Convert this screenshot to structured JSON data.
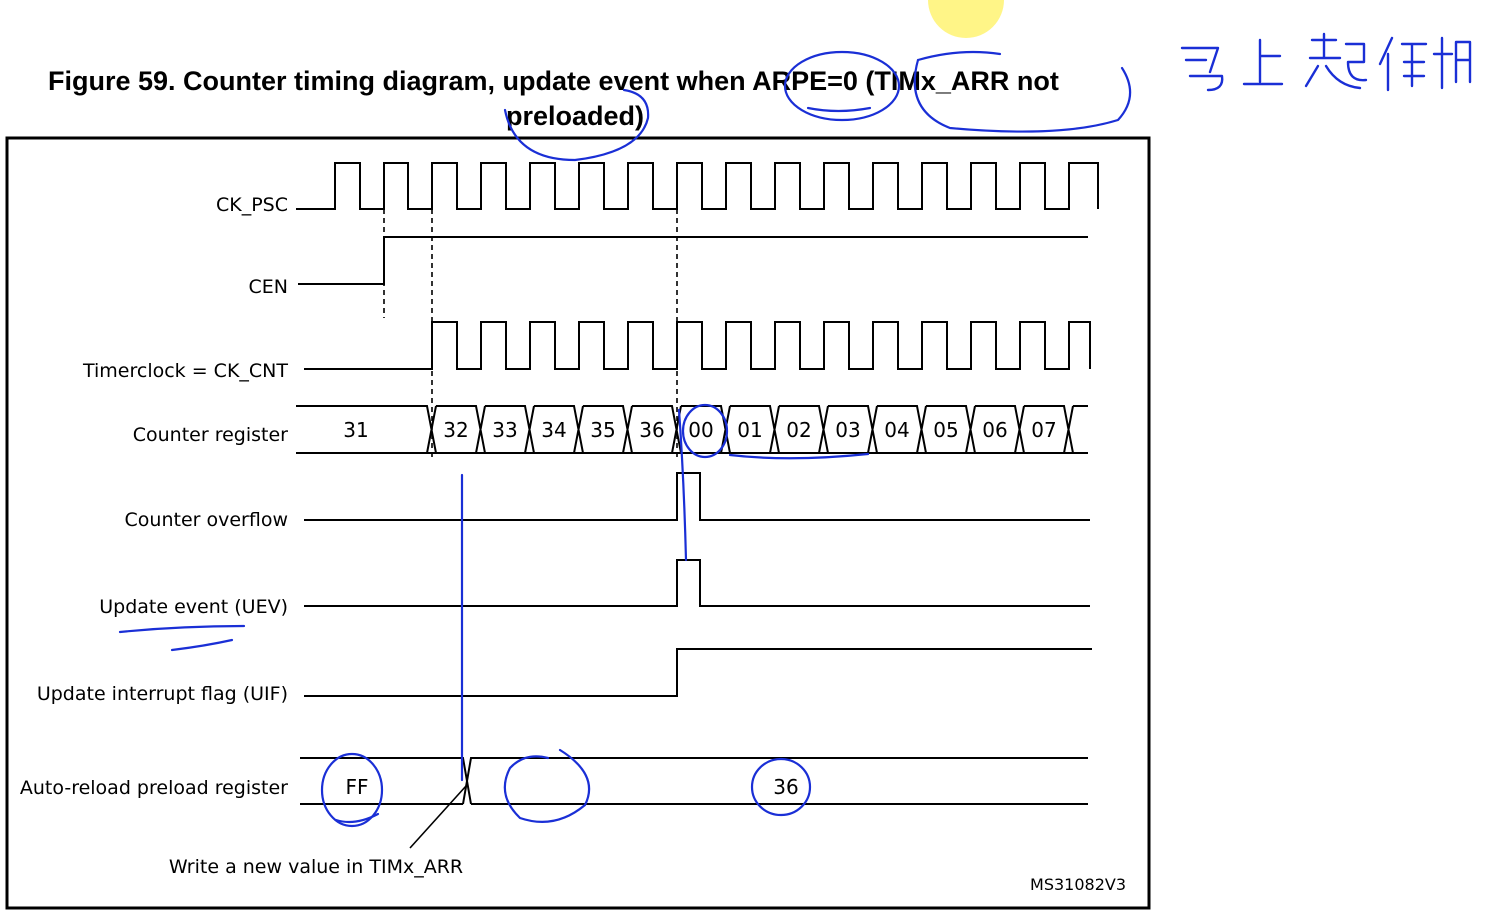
{
  "figure": {
    "title_line1": "Figure 59. Counter timing diagram, update event when ARPE=0 (TIMx_ARR not",
    "title_line2": "preloaded)",
    "doc_code": "MS31082V3"
  },
  "signals": {
    "ck_psc": "CK_PSC",
    "cen": "CEN",
    "timerclock": "Timerclock = CK_CNT",
    "counter_register": "Counter register",
    "counter_overflow": "Counter overflow",
    "update_event": "Update event (UEV)",
    "update_interrupt_flag": "Update interrupt flag (UIF)",
    "auto_reload": "Auto-reload preload register"
  },
  "counter_values": [
    "31",
    "32",
    "33",
    "34",
    "35",
    "36",
    "00",
    "01",
    "02",
    "03",
    "04",
    "05",
    "06",
    "07"
  ],
  "auto_reload_values": {
    "old": "FF",
    "new": "36"
  },
  "annotation": {
    "write_note": "Write a new value in TIMx_ARR"
  },
  "handwriting": {
    "ink_color": "#1a2fd6",
    "note_text": "马上起作用"
  },
  "colors": {
    "line": "#000000",
    "highlight": "#fff47a"
  }
}
